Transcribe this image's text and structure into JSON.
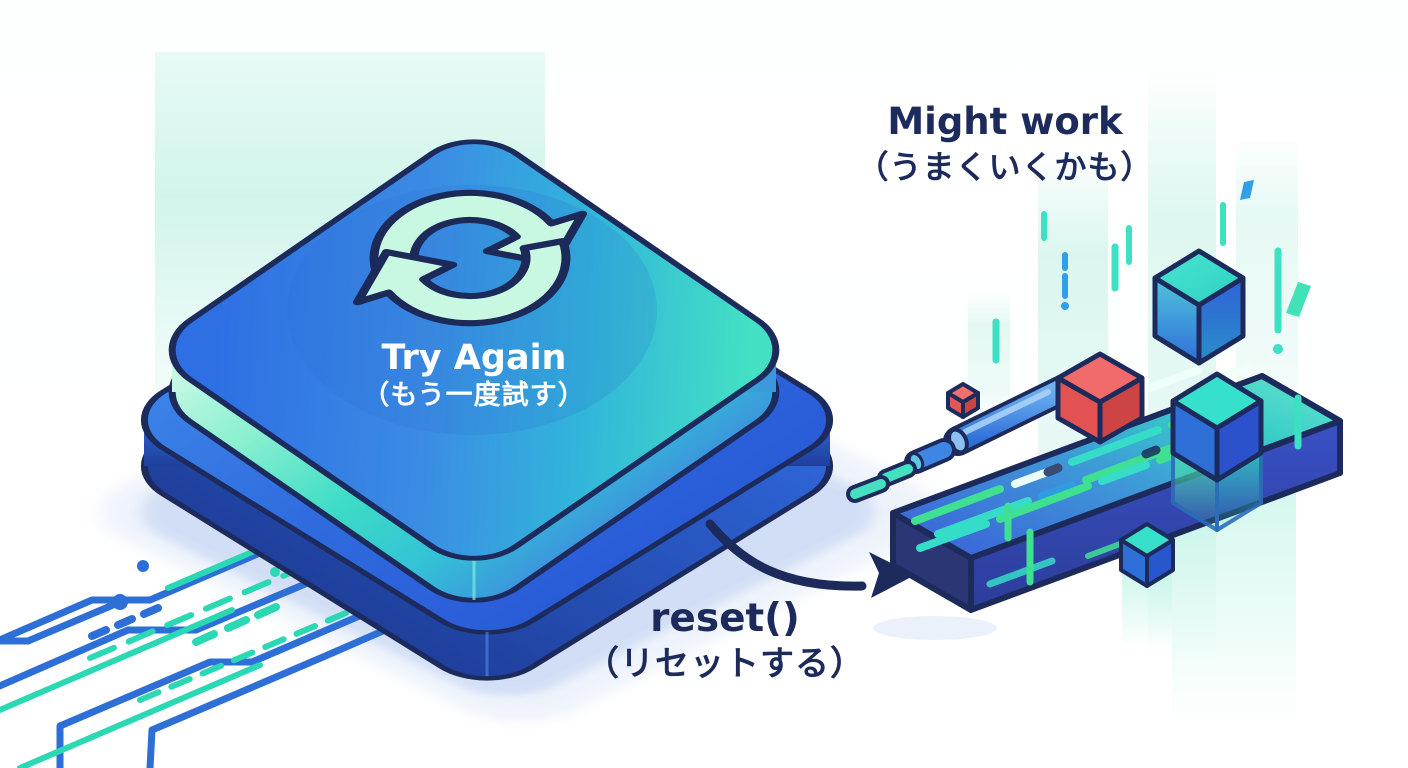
{
  "labels": {
    "outcome": {
      "en": "Might work",
      "ja": "（うまくいくかも）"
    },
    "button": {
      "en": "Try Again",
      "ja": "（もう一度試す）"
    },
    "action": {
      "en": "reset()",
      "ja": "（リセットする）"
    }
  },
  "icons": {
    "button_icon": "refresh-cycle-icon",
    "flow_icon": "curved-arrow-icon"
  },
  "colors": {
    "navy": "#1d2b5c",
    "blue": "#2f6fe0",
    "teal": "#35d8c4",
    "mint": "#bdf7e0",
    "red": "#e85c5c",
    "glow": "#d2f5ea",
    "shadow": "#ccdaf4",
    "circuit_blue": "#2d6fd6",
    "circuit_teal": "#2bd8b4",
    "dash_green": "#3fe092",
    "white_text": "#ffffff"
  }
}
